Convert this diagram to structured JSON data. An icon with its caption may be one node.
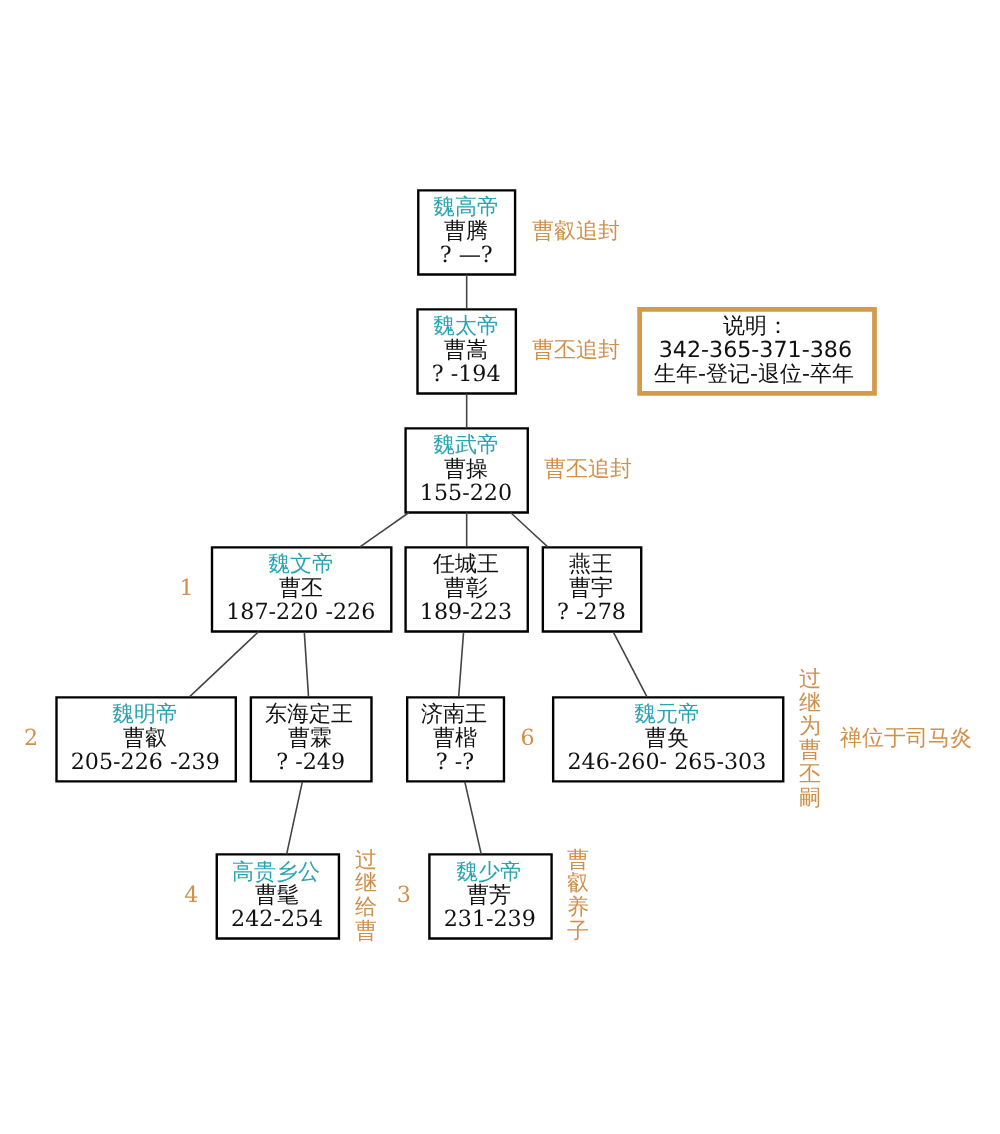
{
  "diagram": {
    "nodes": [
      {
        "text": [
          "魏高帝",
          "曹腾",
          "? —?"
        ],
        "beside": [
          "曹叡追封"
        ]
      },
      {
        "text": [
          "魏太帝",
          "曹嵩",
          "? -194"
        ],
        "beside": [
          "曹丕追封"
        ]
      },
      {
        "text": [
          "魏武帝",
          "曹操",
          "155-220"
        ],
        "beside": [
          "曹丕追封"
        ]
      },
      {
        "text": [
          "魏文帝",
          "曹丕",
          "187-220 -226"
        ],
        "beside": [
          "1"
        ]
      },
      {
        "text": [
          "任城王",
          "曹彰",
          "189-223"
        ]
      },
      {
        "text": [
          "燕王",
          "曹宇",
          "? -278"
        ]
      },
      {
        "text": [
          "魏明帝",
          "曹叡",
          "205-226 -239"
        ],
        "beside": [
          "2"
        ]
      },
      {
        "text": [
          "东海定王",
          "曹霖",
          "? -249"
        ]
      },
      {
        "text": [
          "济南王",
          "曹楷",
          "? -?"
        ]
      },
      {
        "text": [
          "魏元帝",
          "曹奂",
          "246-260- 265-303"
        ],
        "beside": [
          "6",
          "过继为曹丕嗣",
          "禅位于司马炎"
        ]
      },
      {
        "text": [
          "高贵乡公",
          "曹髦",
          "242-254"
        ],
        "beside": [
          "4",
          "过继给曹"
        ]
      },
      {
        "text": [
          "魏少帝",
          "曹芳",
          "231-239"
        ],
        "beside": [
          "3",
          "曹叡养子"
        ]
      },
      {
        "text": [
          "说明：",
          "342-365-371-386",
          "生年-登记-退位-卒年"
        ]
      }
    ],
    "edges": [
      {
        "from": 0,
        "to": 1,
        "arrow": "none"
      },
      {
        "from": 1,
        "to": 2,
        "arrow": "none"
      },
      {
        "from": 2,
        "to": 3,
        "arrow": "none"
      },
      {
        "from": 2,
        "to": 4,
        "arrow": "none"
      },
      {
        "from": 2,
        "to": 5,
        "arrow": "none"
      },
      {
        "from": 3,
        "to": 6,
        "arrow": "none"
      },
      {
        "from": 3,
        "to": 7,
        "arrow": "none"
      },
      {
        "from": 4,
        "to": 8,
        "arrow": "none"
      },
      {
        "from": 5,
        "to": 9,
        "arrow": "none"
      },
      {
        "from": 7,
        "to": 10,
        "arrow": "none"
      },
      {
        "from": 8,
        "to": 11,
        "arrow": "none"
      }
    ]
  }
}
